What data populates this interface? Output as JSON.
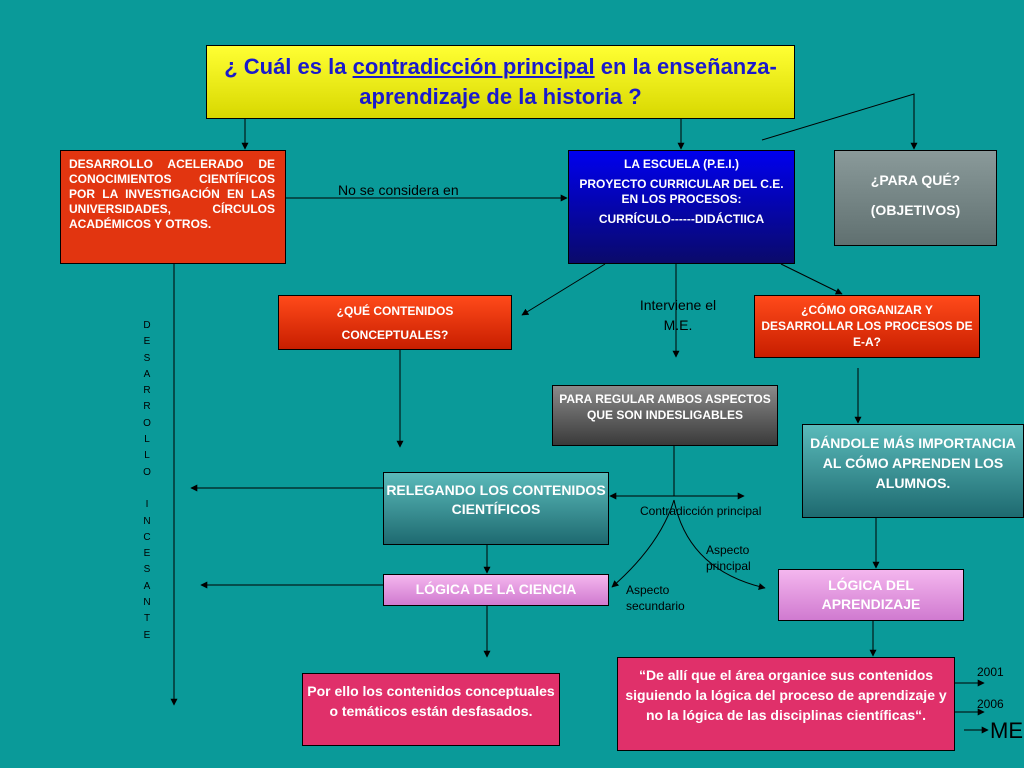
{
  "title": {
    "part1": "¿ Cuál es la ",
    "underlined": "contradicción principal",
    "part2": " en la enseñanza-aprendizaje de la historia ?"
  },
  "boxes": {
    "desarrollo": "DESARROLLO ACELERADO DE CONOCIMIENTOS CIENTÍFICOS POR LA INVESTIGACIÓN EN LAS UNIVERSIDADES, CÍRCULOS ACADÉMICOS Y OTROS.",
    "escuela_line1": "LA ESCUELA (P.E.I.)",
    "escuela_line2": "PROYECTO CURRICULAR DEL C.E. EN LOS PROCESOS:",
    "escuela_line3": "CURRÍCULO------DIDÁCTIICA",
    "paraque_line1": "¿PARA  QUÉ?",
    "paraque_line2": "(OBJETIVOS)",
    "contenidos_line1": "¿QUÉ CONTENIDOS",
    "contenidos_line2": "CONCEPTUALES?",
    "comoorg": "¿CÓMO ORGANIZAR Y DESARROLLAR LOS PROCESOS DE E-A?",
    "regular": "PARA REGULAR AMBOS ASPECTOS QUE SON INDESLIGABLES",
    "dandole": "DÁNDOLE  MÁS IMPORTANCIA AL CÓMO  APRENDEN LOS ALUMNOS.",
    "relegando": "RELEGANDO LOS CONTENIDOS CIENTÍFICOS",
    "logcien": "LÓGICA DE LA CIENCIA",
    "logapr": "LÓGICA DEL APRENDIZAJE",
    "porello": "Por ello los contenidos conceptuales o temáticos están desfasados.",
    "dealli": "“De allí que el área organice sus contenidos siguiendo la lógica del proceso de aprendizaje y no la lógica de las disciplinas científicas“."
  },
  "labels": {
    "no_considera": "No se considera en",
    "interviene": "Interviene el M.E.",
    "contradiccion": "Contradicción  principal",
    "aspecto_principal": "Aspecto principal",
    "aspecto_secundario": "Aspecto secundario",
    "year_2001": "2001",
    "year_2006": "2006",
    "me": "ME"
  },
  "vertical_letters": [
    "D",
    "E",
    "S",
    "A",
    "R",
    "R",
    "O",
    "L",
    "L",
    "O",
    "",
    "I",
    "N",
    "C",
    "E",
    "S",
    "A",
    "N",
    "T",
    "E"
  ]
}
